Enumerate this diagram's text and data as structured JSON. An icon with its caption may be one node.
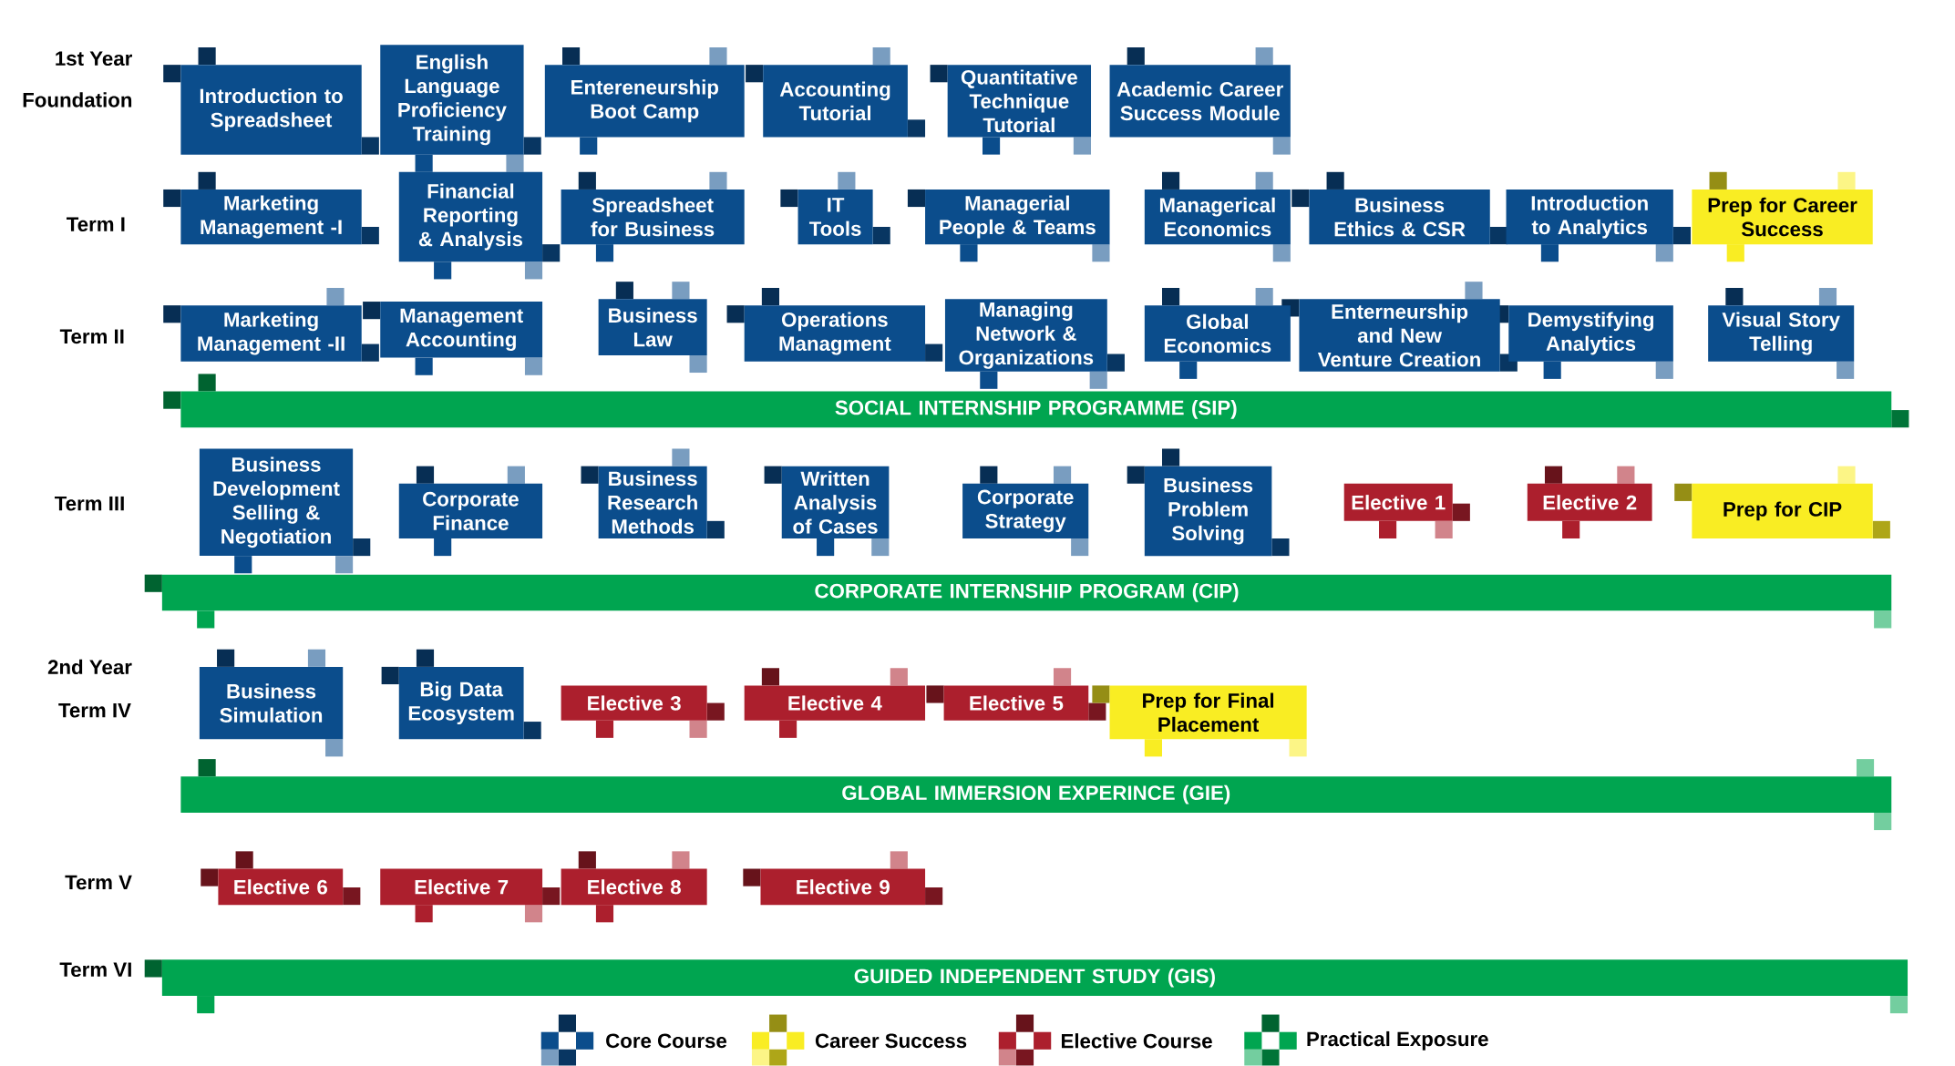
{
  "diagram": {
    "nodes": [
      {
        "text": [
          "Introduction to Spreadsheet"
        ]
      },
      {
        "text": [
          "English Language Proficiency Training"
        ]
      },
      {
        "text": [
          "Entereneurship Boot Camp"
        ]
      },
      {
        "text": [
          "Accounting Tutorial"
        ]
      },
      {
        "text": [
          "Quantitative Technique Tutorial"
        ]
      },
      {
        "text": [
          "Academic Career Success Module"
        ]
      },
      {
        "text": [
          "Marketing Management -I"
        ]
      },
      {
        "text": [
          "Financial Reporting & Analysis"
        ]
      },
      {
        "text": [
          "Spreadsheet for Business"
        ]
      },
      {
        "text": [
          "IT Tools"
        ]
      },
      {
        "text": [
          "Managerial People & Teams"
        ]
      },
      {
        "text": [
          "Managerical Economics"
        ]
      },
      {
        "text": [
          "Business Ethics & CSR"
        ]
      },
      {
        "text": [
          "Introduction to Analytics"
        ]
      },
      {
        "text": [
          "Prep for Career Success"
        ]
      },
      {
        "text": [
          "Marketing Management -II"
        ]
      },
      {
        "text": [
          "Management Accounting"
        ]
      },
      {
        "text": [
          "Business Law"
        ]
      },
      {
        "text": [
          "Operations Managment"
        ]
      },
      {
        "text": [
          "Managing Network & Organizations"
        ]
      },
      {
        "text": [
          "Global Economics"
        ]
      },
      {
        "text": [
          "Enterneurship and New Venture Creation"
        ]
      },
      {
        "text": [
          "Demystifying Analytics"
        ]
      },
      {
        "text": [
          "Visual Story Telling"
        ]
      },
      {
        "text": [
          "SOCIAL INTERNSHIP PROGRAMME (SIP)"
        ]
      },
      {
        "text": [
          "Business Development Selling & Negotiation"
        ]
      },
      {
        "text": [
          "Corporate Finance"
        ]
      },
      {
        "text": [
          "Business Research Methods"
        ]
      },
      {
        "text": [
          "Written Analysis of Cases"
        ]
      },
      {
        "text": [
          "Corporate Strategy"
        ]
      },
      {
        "text": [
          "Business Problem Solving"
        ]
      },
      {
        "text": [
          "Elective 1"
        ]
      },
      {
        "text": [
          "Elective 2"
        ]
      },
      {
        "text": [
          "Prep for CIP"
        ]
      },
      {
        "text": [
          "CORPORATE INTERNSHIP PROGRAM (CIP)"
        ]
      },
      {
        "text": [
          "Business Simulation"
        ]
      },
      {
        "text": [
          "Big Data Ecosystem"
        ]
      },
      {
        "text": [
          "Elective 3"
        ]
      },
      {
        "text": [
          "Elective 4"
        ]
      },
      {
        "text": [
          "Elective 5"
        ]
      },
      {
        "text": [
          "Prep for Final Placement"
        ]
      },
      {
        "text": [
          "GLOBAL IMMERSION EXPERINCE (GIE)"
        ]
      },
      {
        "text": [
          "Elective 6"
        ]
      },
      {
        "text": [
          "Elective 7"
        ]
      },
      {
        "text": [
          "Elective 8"
        ]
      },
      {
        "text": [
          "Elective 9"
        ]
      },
      {
        "text": [
          "GUIDED INDEPENDENT STUDY (GIS)"
        ]
      }
    ],
    "labels": [
      "1st Year",
      "Foundation",
      "Term I",
      "Term II",
      "Term III",
      "2nd Year",
      "Term IV",
      "Term V",
      "Term VI"
    ],
    "legend": [
      {
        "text": "Core Course",
        "color": "#0b4d8c"
      },
      {
        "text": "Career Success",
        "color": "#f9ed23"
      },
      {
        "text": "Elective Course",
        "color": "#ac1f2d"
      },
      {
        "text": "Practical Exposure",
        "color": "#00a550"
      }
    ]
  }
}
